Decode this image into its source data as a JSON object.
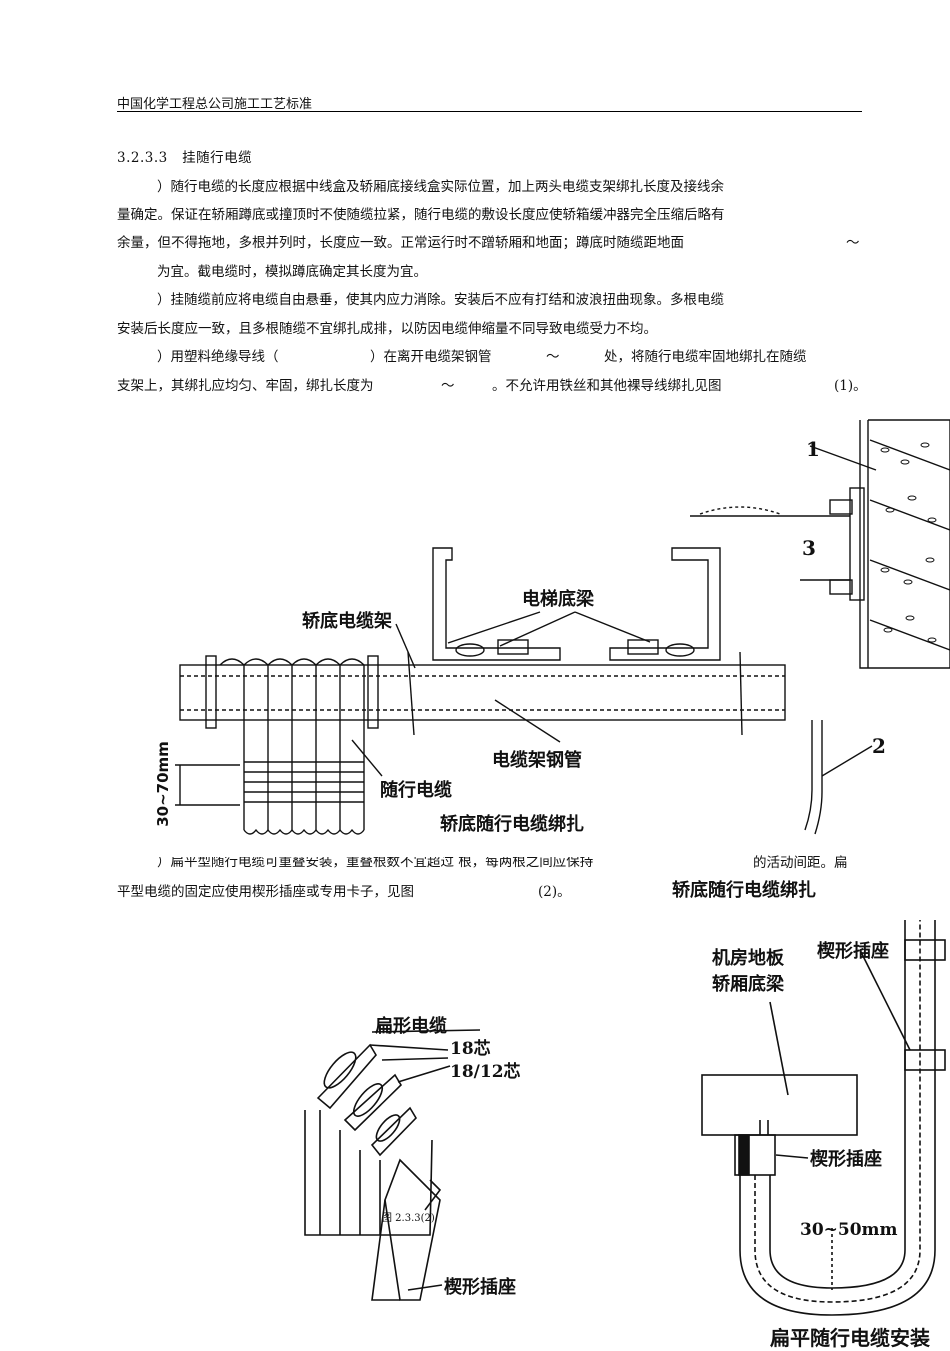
{
  "header": {
    "title": "中国化学工程总公司施工工艺标准"
  },
  "section": {
    "number": "3.2.3.3",
    "title": "挂随行电缆"
  },
  "paragraphs": {
    "p1_line1": "）随行电缆的长度应根据中线盒及轿厢底接线盒实际位置，加上两头电缆支架绑扎长度及接线余",
    "p1_line2": "量确定。保证在轿厢蹲底或撞顶时不使随缆拉紧，随行电缆的敷设长度应使轿箱缓冲器完全压缩后略有",
    "p1_line3": "余量，但不得拖地，多根并列时，长度应一致。正常运行时不蹭轿厢和地面；蹲底时随缆距地面",
    "p1_line3_tilde": "～",
    "p1_line4": "为宜。截电缆时，模拟蹲底确定其长度为宜。",
    "p2_line1": "）挂随缆前应将电缆自由悬垂，使其内应力消除。安装后不应有打结和波浪扭曲现象。多根电缆",
    "p2_line2": "安装后长度应一致，且多根随缆不宜绑扎成排，以防因电缆伸缩量不同导致电缆受力不均。",
    "p3_a": "）用塑料绝缘导线（",
    "p3_b": "）在离开电缆架钢管",
    "p3_c": "～",
    "p3_d": "处，将随行电缆牢固地绑扎在随缆",
    "p3_line2_a": "支架上，其绑扎应均匀、牢固，绑扎长度为",
    "p3_line2_b": "～",
    "p3_line2_c": "。不允许用铁丝和其他裸导线绑扎见图",
    "p3_line2_d": "(1)。",
    "p4_line1_partial": "）扁平型随行电缆可重叠安装，重叠根数不宜超过  根，每两根之间应保持",
    "p4_line1_end": "的活动间距。扁",
    "p4_line2_a": "平型电缆的固定应使用楔形插座或专用卡子，见图",
    "p4_line2_b": "(2)。"
  },
  "figure1": {
    "label_1": "1",
    "label_2": "2",
    "label_3": "3",
    "elevator_beam": "电梯底梁",
    "car_cable_frame": "轿底电缆架",
    "cable_frame_tube": "电缆架钢管",
    "traveling_cable": "随行电缆",
    "dimension": "30~70mm",
    "caption": "轿底随行电缆绑扎",
    "caption_right": "轿底随行电缆绑扎"
  },
  "figure2": {
    "flat_cable": "扁形电缆",
    "core18": "18芯",
    "core1812": "18/12芯",
    "wedge_socket_left": "楔形插座",
    "fig_no": "图 2.3.3(2)",
    "machine_floor": "机房地板",
    "car_beam": "轿厢底梁",
    "wedge_socket_top": "楔形插座",
    "wedge_socket_mid": "楔形插座",
    "dimension": "30~50mm",
    "caption_right": "扁平随行电缆安装"
  }
}
